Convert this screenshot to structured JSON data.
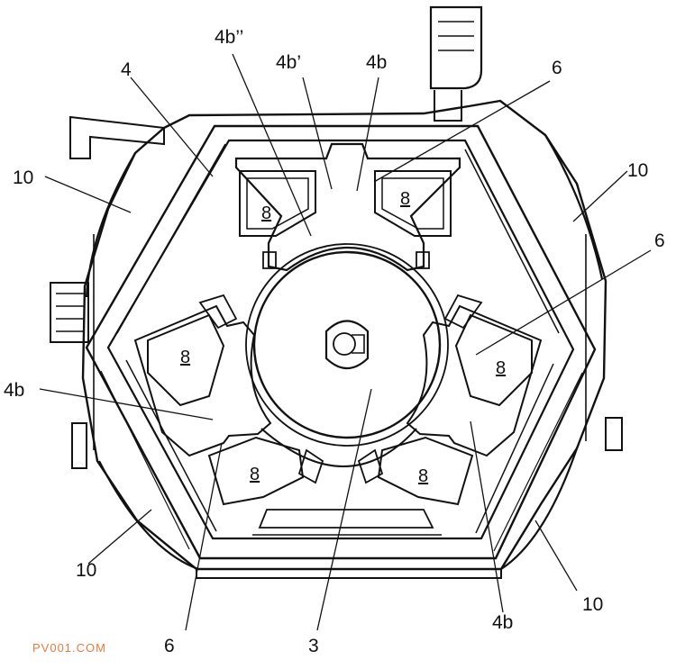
{
  "labels": {
    "ref_4b_double_prime": "4b’’",
    "ref_4b_prime": "4b’",
    "ref_4b_top": "4b",
    "ref_4": "4",
    "ref_6_top_right": "6",
    "ref_10_left": "10",
    "ref_10_right": "10",
    "ref_6_right": "6",
    "ref_4b_left": "4b",
    "ref_10_bottom_left": "10",
    "ref_10_bottom_right": "10",
    "ref_4b_bottom": "4b",
    "ref_6_bottom": "6",
    "ref_3": "3"
  },
  "pocket_labels": [
    "8",
    "8",
    "8",
    "8",
    "8",
    "8"
  ],
  "watermark": "PV001.COM"
}
